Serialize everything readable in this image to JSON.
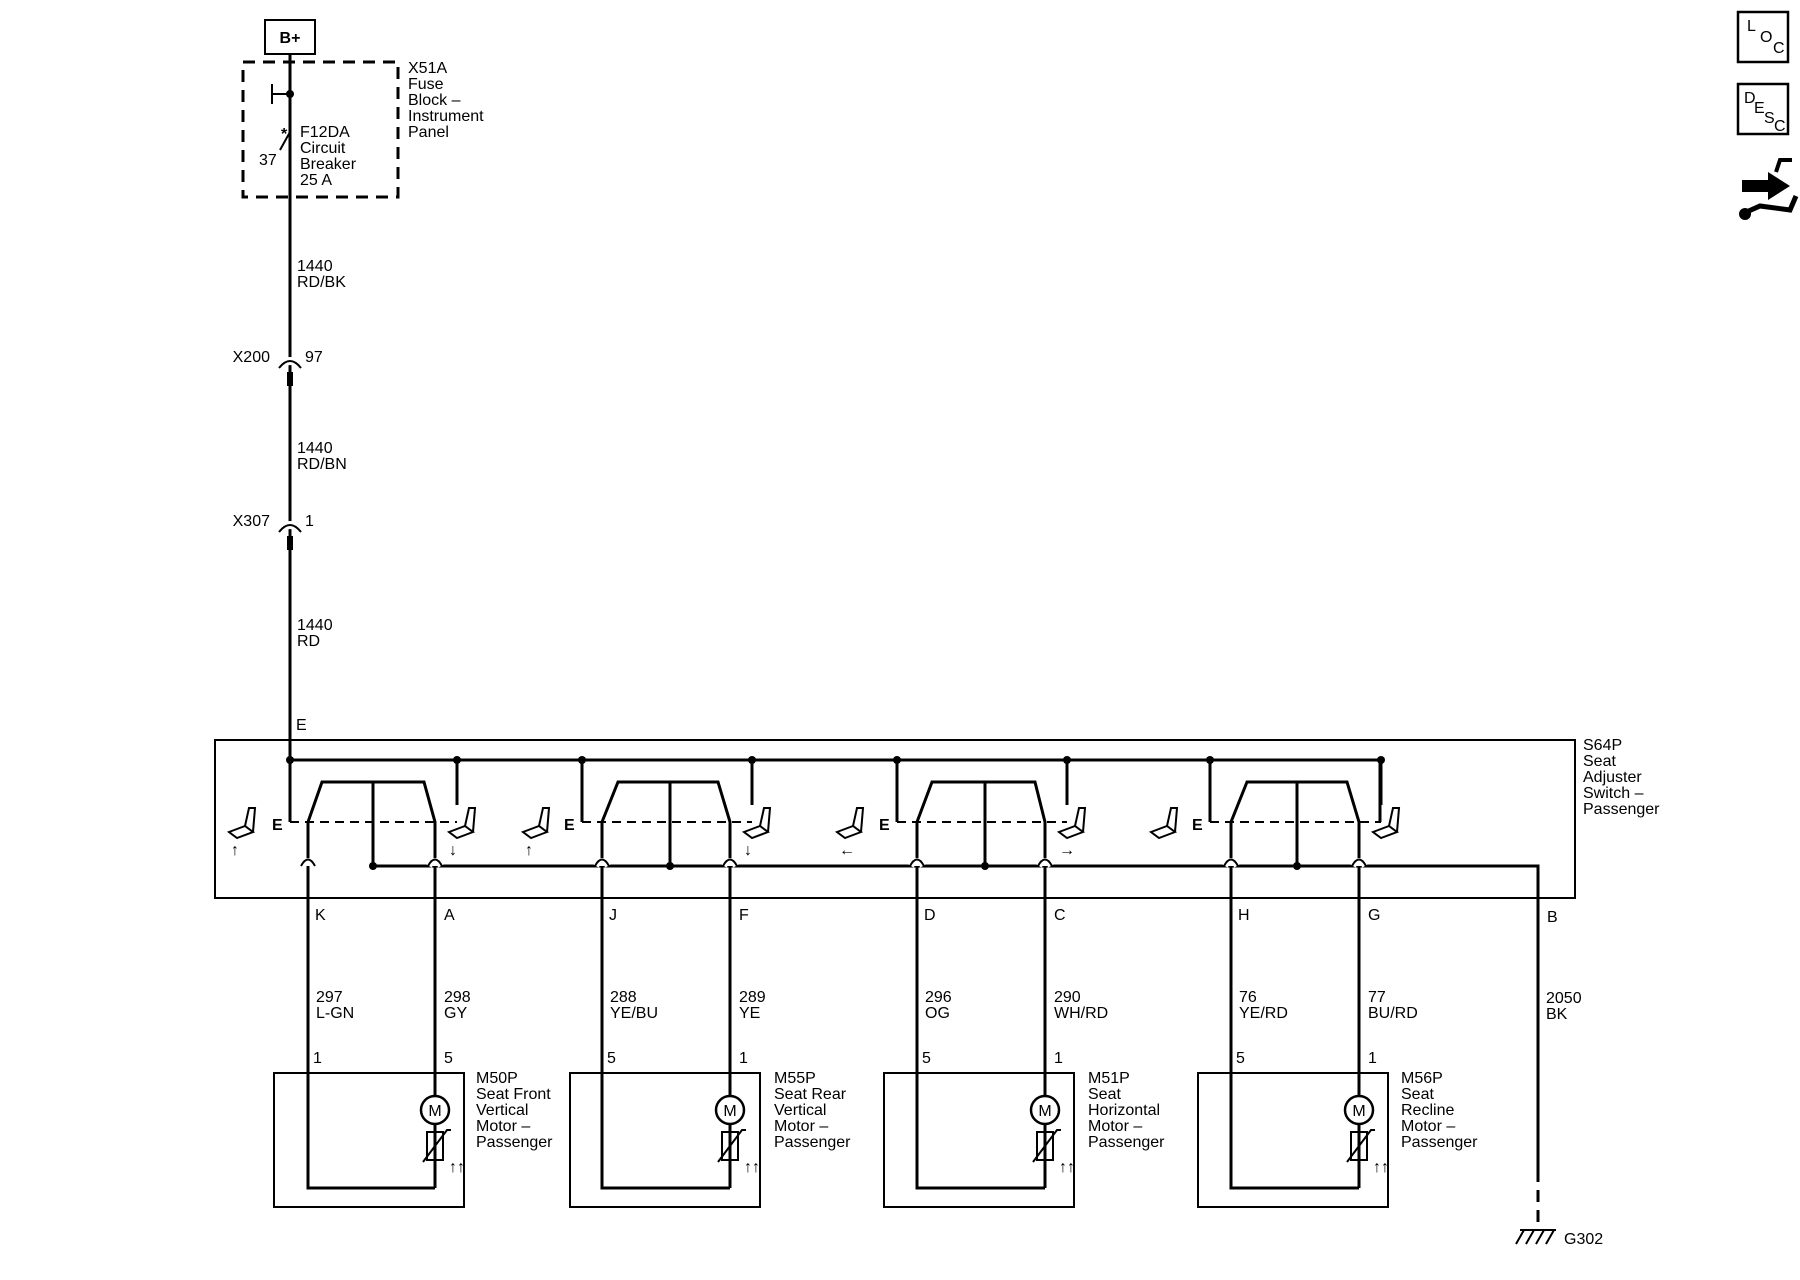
{
  "power": {
    "label": "B+"
  },
  "fuse_block": {
    "id": "X51A",
    "name_lines": [
      "Fuse",
      "Block –",
      "Instrument",
      "Panel"
    ],
    "breaker_id": "F12DA",
    "breaker_lines": [
      "Circuit",
      "Breaker",
      "25 A"
    ],
    "pin": "37"
  },
  "wires_main": [
    {
      "circuit": "1440",
      "color": "RD/BK"
    },
    {
      "circuit": "1440",
      "color": "RD/BN"
    },
    {
      "circuit": "1440",
      "color": "RD"
    }
  ],
  "connectors": [
    {
      "id": "X200",
      "pin": "97"
    },
    {
      "id": "X307",
      "pin": "1"
    }
  ],
  "switch": {
    "id": "S64P",
    "name_lines": [
      "Seat",
      "Adjuster",
      "Switch –",
      "Passenger"
    ],
    "supply_pin": "E",
    "ground_pin": "B",
    "contact_letter": "E"
  },
  "channels": [
    {
      "left_pin": "K",
      "right_pin": "A",
      "left_wire": {
        "circuit": "297",
        "color": "L-GN"
      },
      "right_wire": {
        "circuit": "298",
        "color": "GY"
      },
      "motor_left_pin": "1",
      "motor_right_pin": "5",
      "motor_id": "M50P",
      "motor_name_lines": [
        "Seat Front",
        "Vertical",
        "Motor –",
        "Passenger"
      ],
      "left_arrow": "↑",
      "right_arrow": "↓"
    },
    {
      "left_pin": "J",
      "right_pin": "F",
      "left_wire": {
        "circuit": "288",
        "color": "YE/BU"
      },
      "right_wire": {
        "circuit": "289",
        "color": "YE"
      },
      "motor_left_pin": "5",
      "motor_right_pin": "1",
      "motor_id": "M55P",
      "motor_name_lines": [
        "Seat Rear",
        "Vertical",
        "Motor –",
        "Passenger"
      ],
      "left_arrow": "↑",
      "right_arrow": "↓"
    },
    {
      "left_pin": "D",
      "right_pin": "C",
      "left_wire": {
        "circuit": "296",
        "color": "OG"
      },
      "right_wire": {
        "circuit": "290",
        "color": "WH/RD"
      },
      "motor_left_pin": "5",
      "motor_right_pin": "1",
      "motor_id": "M51P",
      "motor_name_lines": [
        "Seat",
        "Horizontal",
        "Motor –",
        "Passenger"
      ],
      "left_arrow": "←",
      "right_arrow": "→"
    },
    {
      "left_pin": "H",
      "right_pin": "G",
      "left_wire": {
        "circuit": "76",
        "color": "YE/RD"
      },
      "right_wire": {
        "circuit": "77",
        "color": "BU/RD"
      },
      "motor_left_pin": "5",
      "motor_right_pin": "1",
      "motor_id": "M56P",
      "motor_name_lines": [
        "Seat",
        "Recline",
        "Motor –",
        "Passenger"
      ],
      "left_arrow": "",
      "right_arrow": ""
    }
  ],
  "motor_symbol": "M",
  "ground_wire": {
    "circuit": "2050",
    "color": "BK"
  },
  "ground": {
    "id": "G302"
  },
  "side_icons": {
    "loc": [
      "L",
      "O",
      "C"
    ],
    "desc": [
      "D",
      "E",
      "S",
      "C"
    ]
  }
}
